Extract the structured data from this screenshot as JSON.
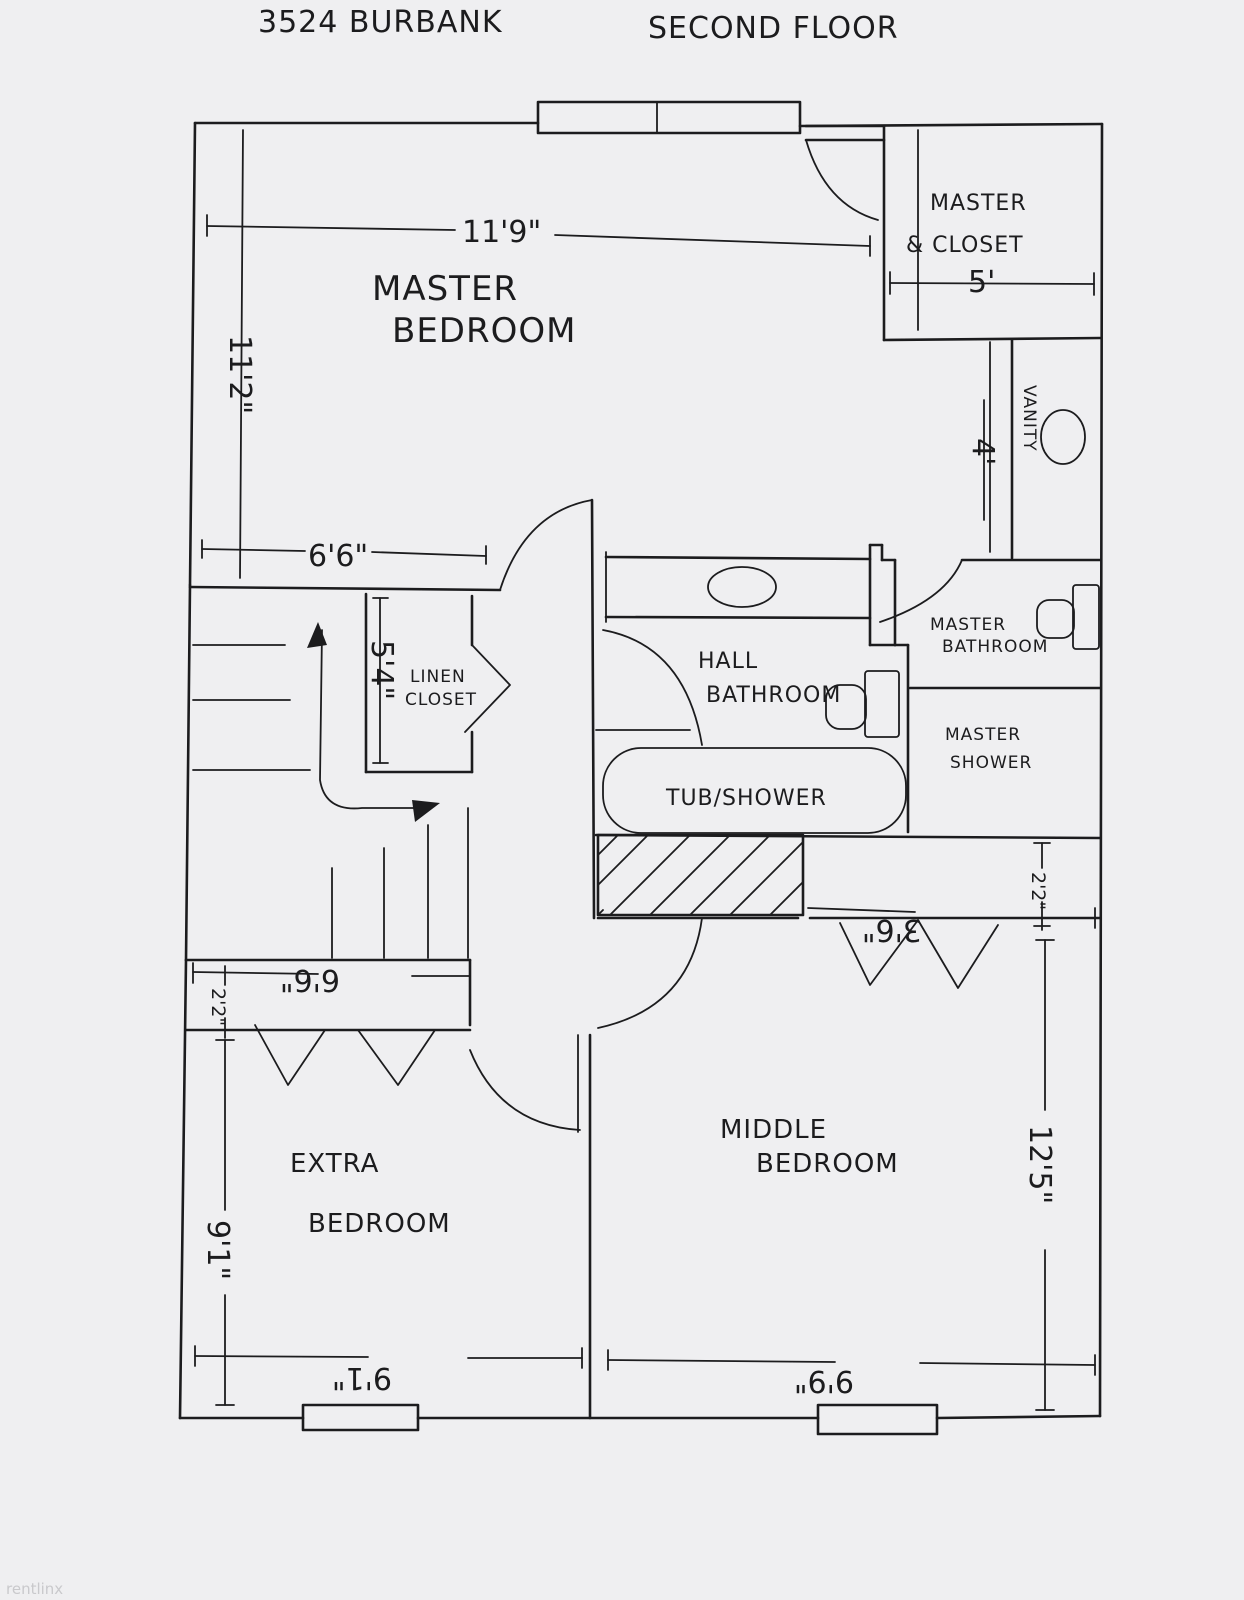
{
  "header": {
    "address": "3524 BURBANK",
    "floor": "SECOND FLOOR"
  },
  "rooms": {
    "master_bedroom": [
      "MASTER",
      "BEDROOM"
    ],
    "master_closet": [
      "MASTER",
      "& CLOSET"
    ],
    "vanity": "VANITY",
    "linen_closet": [
      "LINEN",
      "CLOSET"
    ],
    "hall_bathroom": [
      "HALL",
      "BATHROOM"
    ],
    "master_bathroom": [
      "MASTER",
      "BATHROOM"
    ],
    "master_shower": [
      "MASTER",
      "SHOWER"
    ],
    "tub_shower": "TUB/SHOWER",
    "middle_bedroom": [
      "MIDDLE",
      "BEDROOM"
    ],
    "extra_bedroom": [
      "EXTRA",
      "BEDROOM"
    ]
  },
  "dimensions": {
    "master_width": "11'9\"",
    "master_depth": "11'2\"",
    "master_closet_width": "5'",
    "vanity_length": "4'",
    "master_closet_wall": "6'6\"",
    "linen_depth": "5'4\"",
    "middle_closet_width": "3'6\"",
    "middle_closet_depth": "2'2\"",
    "extra_closet_width": "6'6\"",
    "extra_closet_depth": "2'2\"",
    "extra_depth": "9'1\"",
    "extra_width": "9'1\"",
    "middle_depth": "12'5\"",
    "middle_width": "9'9\""
  },
  "watermark": "rentlinx"
}
